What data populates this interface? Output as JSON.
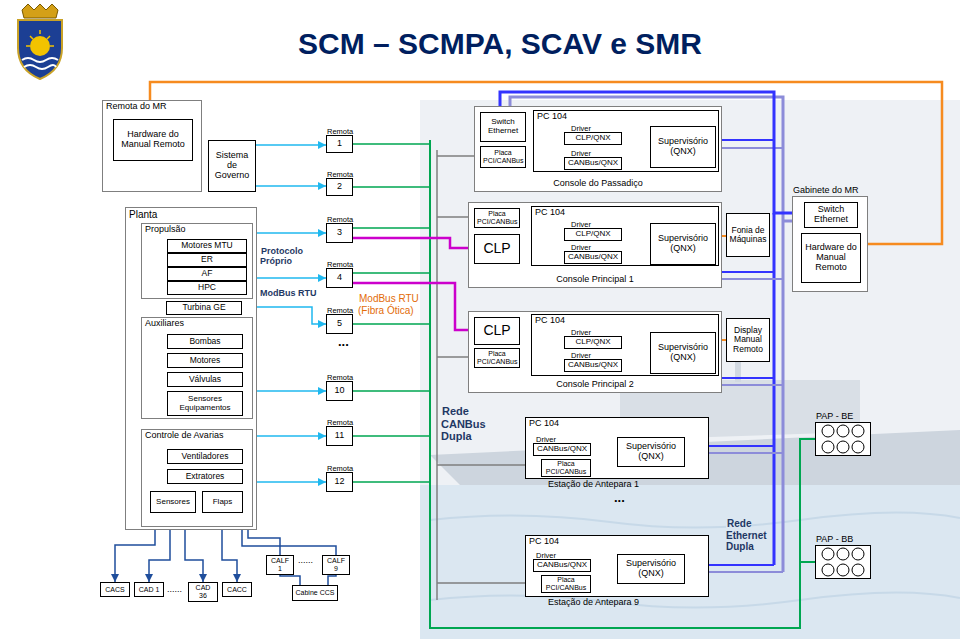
{
  "diagram": {
    "title": "SCM – SCMPA, SCAV e SMR",
    "nodes": [
      {
        "text": [
          "Remota do MR"
        ]
      },
      {
        "text": [
          "Hardware do Manual Remoto"
        ],
        "in": 0
      },
      {
        "text": [
          "Sistema de Governo"
        ]
      },
      {
        "text": [
          "Planta"
        ]
      },
      {
        "text": [
          "Propulsão"
        ],
        "in": 3
      },
      {
        "text": [
          "Motores MTU"
        ],
        "in": 4
      },
      {
        "text": [
          "ER"
        ],
        "in": 4
      },
      {
        "text": [
          "AF"
        ],
        "in": 4
      },
      {
        "text": [
          "HPC"
        ],
        "in": 4
      },
      {
        "text": [
          "Turbina GE"
        ],
        "in": 3
      },
      {
        "text": [
          "Auxiliares"
        ],
        "in": 3
      },
      {
        "text": [
          "Bombas"
        ],
        "in": 10
      },
      {
        "text": [
          "Motores"
        ],
        "in": 10
      },
      {
        "text": [
          "Válvulas"
        ],
        "in": 10
      },
      {
        "text": [
          "Sensores Equipamentos"
        ],
        "in": 10
      },
      {
        "text": [
          "Controle de Avarias"
        ],
        "in": 3
      },
      {
        "text": [
          "Ventiladores"
        ],
        "in": 15
      },
      {
        "text": [
          "Extratores"
        ],
        "in": 15
      },
      {
        "text": [
          "Sensores"
        ],
        "in": 15
      },
      {
        "text": [
          "Flaps"
        ],
        "in": 15
      },
      {
        "text": [
          "Remota",
          "1"
        ]
      },
      {
        "text": [
          "Remota",
          "2"
        ]
      },
      {
        "text": [
          "Remota",
          "3"
        ]
      },
      {
        "text": [
          "Remota",
          "4"
        ]
      },
      {
        "text": [
          "Remota",
          "5"
        ]
      },
      {
        "text": [
          "Remota",
          "10"
        ]
      },
      {
        "text": [
          "Remota",
          "11"
        ]
      },
      {
        "text": [
          "Remota",
          "12"
        ]
      },
      {
        "text": [
          "Console do Passadiço"
        ]
      },
      {
        "text": [
          "Switch Ethernet"
        ],
        "in": 28
      },
      {
        "text": [
          "Placa PCI/CANBus"
        ],
        "in": 28
      },
      {
        "text": [
          "PC 104"
        ],
        "in": 28
      },
      {
        "text": [
          "Driver",
          "CLP/QNX"
        ],
        "in": 31
      },
      {
        "text": [
          "Driver",
          "CANBus/QNX"
        ],
        "in": 31
      },
      {
        "text": [
          "Supervisório (QNX)"
        ],
        "in": 31
      },
      {
        "text": [
          "Console Principal 1"
        ]
      },
      {
        "text": [
          "Placa PCI/CANBus"
        ],
        "in": 35
      },
      {
        "text": [
          "CLP"
        ],
        "in": 35
      },
      {
        "text": [
          "PC 104"
        ],
        "in": 35
      },
      {
        "text": [
          "Driver",
          "CLP/QNX"
        ],
        "in": 38
      },
      {
        "text": [
          "Driver",
          "CANBus/QNX"
        ],
        "in": 38
      },
      {
        "text": [
          "Supervisório (QNX)"
        ],
        "in": 38
      },
      {
        "text": [
          "Console Principal 2"
        ]
      },
      {
        "text": [
          "CLP"
        ],
        "in": 42
      },
      {
        "text": [
          "Placa PCI/CANBus"
        ],
        "in": 42
      },
      {
        "text": [
          "PC 104"
        ],
        "in": 42
      },
      {
        "text": [
          "Driver",
          "CLP/QNX"
        ],
        "in": 45
      },
      {
        "text": [
          "Driver",
          "CANBus/QNX"
        ],
        "in": 45
      },
      {
        "text": [
          "Supervisório (QNX)"
        ],
        "in": 45
      },
      {
        "text": [
          "PC 104",
          "Estação de Antepara 1"
        ]
      },
      {
        "text": [
          "Driver",
          "CANBus/QNX"
        ],
        "in": 49
      },
      {
        "text": [
          "Placa PCI/CANBus"
        ],
        "in": 49
      },
      {
        "text": [
          "Supervisório (QNX)"
        ],
        "in": 49
      },
      {
        "text": [
          "PC 104",
          "Estação de Antepara 9"
        ]
      },
      {
        "text": [
          "Driver",
          "CANBus/QNX"
        ],
        "in": 53
      },
      {
        "text": [
          "Placa PCI/CANBus"
        ],
        "in": 53
      },
      {
        "text": [
          "Supervisório (QNX)"
        ],
        "in": 53
      },
      {
        "text": [
          "Fonia de Máquinas"
        ]
      },
      {
        "text": [
          "Display Manual Remoto"
        ]
      },
      {
        "text": [
          "Gabinete do MR"
        ]
      },
      {
        "text": [
          "Switch Ethernet"
        ],
        "in": 59
      },
      {
        "text": [
          "Hardware do Manual Remoto"
        ],
        "in": 59
      },
      {
        "text": [
          "PAP - BE"
        ]
      },
      {
        "text": [
          "PAP - BB"
        ]
      },
      {
        "text": [
          "CACS"
        ]
      },
      {
        "text": [
          "CAD 1"
        ]
      },
      {
        "text": [
          "CAD 36"
        ]
      },
      {
        "text": [
          "CACC"
        ]
      },
      {
        "text": [
          "CALF 1"
        ]
      },
      {
        "text": [
          "CALF 9"
        ]
      },
      {
        "text": [
          "Cabine CCS"
        ]
      }
    ],
    "edges": [
      {
        "from": 2,
        "to": 20,
        "arrow": "to"
      },
      {
        "from": 2,
        "to": 21,
        "arrow": "to"
      },
      {
        "from": 4,
        "to": 22,
        "arrow": "to"
      },
      {
        "from": 4,
        "to": 23,
        "arrow": "to"
      },
      {
        "from": 9,
        "to": 24,
        "arrow": "to"
      },
      {
        "from": 10,
        "to": 25,
        "arrow": "to"
      },
      {
        "from": 15,
        "to": 26,
        "arrow": "to"
      },
      {
        "from": 15,
        "to": 27,
        "arrow": "to"
      },
      {
        "from": 22,
        "to": 37,
        "arrow": "none"
      },
      {
        "from": 23,
        "to": 43,
        "arrow": "none"
      },
      {
        "from": 0,
        "to": 59,
        "arrow": "none"
      },
      {
        "from": 29,
        "to": 60,
        "arrow": "none"
      },
      {
        "from": 32,
        "to": 34,
        "arrow": "both"
      },
      {
        "from": 33,
        "to": 34,
        "arrow": "both"
      },
      {
        "from": 39,
        "to": 41,
        "arrow": "both"
      },
      {
        "from": 40,
        "to": 41,
        "arrow": "both"
      },
      {
        "from": 46,
        "to": 48,
        "arrow": "both"
      },
      {
        "from": 47,
        "to": 48,
        "arrow": "both"
      },
      {
        "from": 50,
        "to": 52,
        "arrow": "both"
      },
      {
        "from": 54,
        "to": 56,
        "arrow": "both"
      },
      {
        "from": 18,
        "to": 64,
        "arrow": "to"
      },
      {
        "from": 18,
        "to": 65,
        "arrow": "to"
      },
      {
        "from": 18,
        "to": 66,
        "arrow": "to"
      },
      {
        "from": 19,
        "to": 67,
        "arrow": "to"
      },
      {
        "from": 15,
        "to": 68,
        "arrow": "none"
      },
      {
        "from": 15,
        "to": 69,
        "arrow": "none"
      },
      {
        "from": 70,
        "to": 68,
        "arrow": "none"
      },
      {
        "from": 70,
        "to": 69,
        "arrow": "none"
      },
      {
        "from": 35,
        "to": 57,
        "arrow": "none"
      },
      {
        "from": 42,
        "to": 58,
        "arrow": "none"
      }
    ],
    "labels": [
      "Protocolo Próprio",
      "ModBus RTU",
      "ModBus RTU (Fibra Ótica)",
      "...",
      "Rede CANBus Dupla",
      "...",
      "Rede Ethernet Dupla",
      "......",
      "......"
    ]
  }
}
